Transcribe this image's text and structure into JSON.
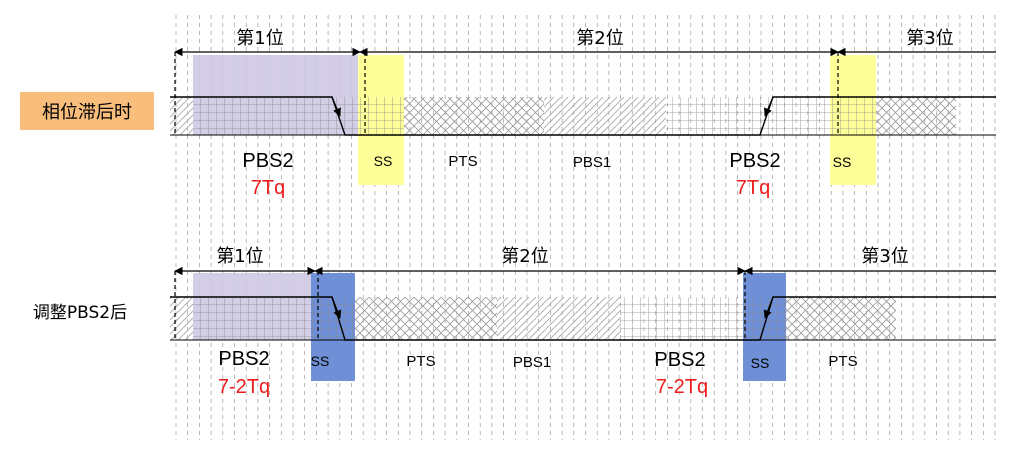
{
  "row1": {
    "label": "相位滞后时",
    "bits": [
      "第1位",
      "第2位",
      "第3位"
    ],
    "segments": {
      "pbs2_a": "PBS2",
      "ss_a": "SS",
      "pts": "PTS",
      "pbs1": "PBS1",
      "pbs2_b": "PBS2",
      "ss_b": "SS"
    },
    "values": {
      "pbs2_a": "7Tq",
      "pbs2_b": "7Tq"
    }
  },
  "row2": {
    "label": "调整PBS2后",
    "bits": [
      "第1位",
      "第2位",
      "第3位"
    ],
    "segments": {
      "pbs2_a": "PBS2",
      "ss_a": "SS",
      "pts_a": "PTS",
      "pbs1": "PBS1",
      "pbs2_b": "PBS2",
      "ss_b": "SS",
      "pts_b": "PTS"
    },
    "values": {
      "pbs2_a": "7-2Tq",
      "pbs2_b": "7-2Tq"
    }
  },
  "colors": {
    "lag_label_bg": "#f9be7c",
    "ss_yellow": "#ffff99",
    "ss_blue": "#6f8fd6",
    "pbs2_shade": "#cbc6e2",
    "value_red": "#ee1c1c",
    "line": "#000000"
  }
}
